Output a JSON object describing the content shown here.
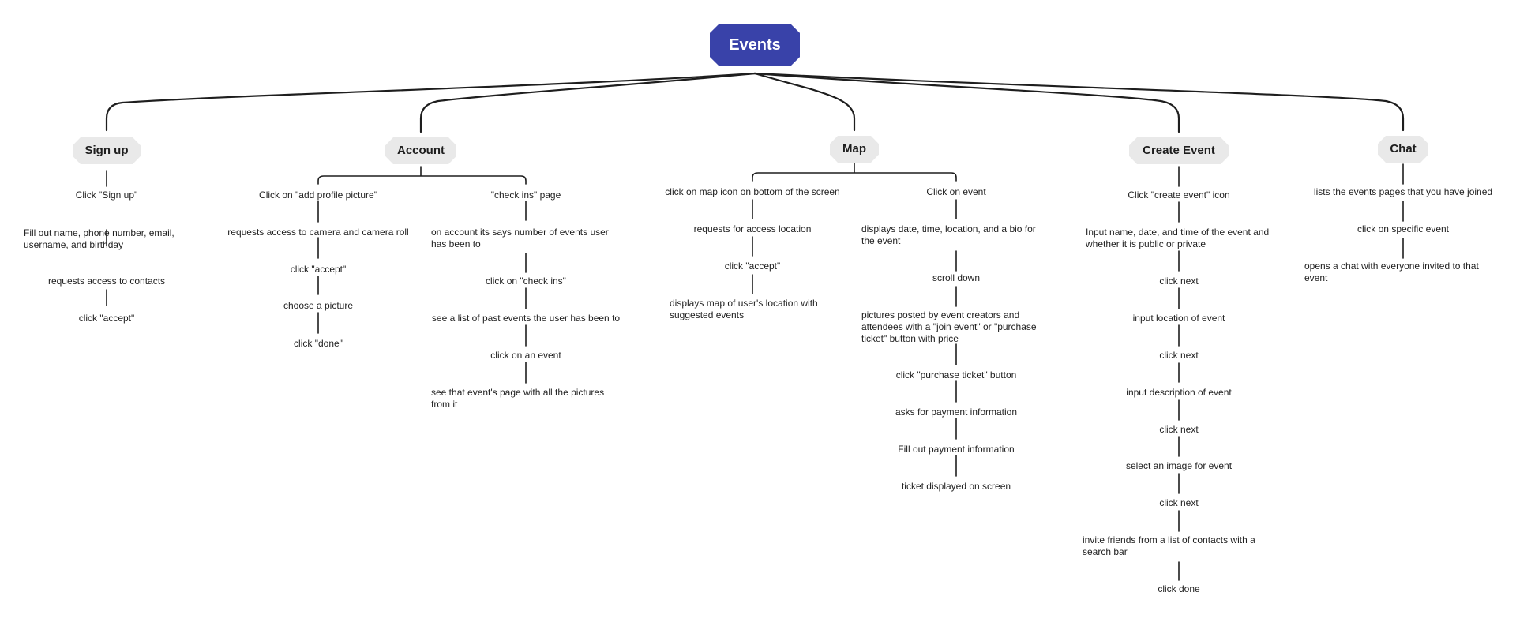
{
  "root": {
    "label": "Events"
  },
  "branches": {
    "sign_up": {
      "label": "Sign up",
      "steps": [
        "Click \"Sign up\"",
        "Fill out name, phone number, email, username, and birthday",
        "requests access to contacts",
        "click \"accept\""
      ]
    },
    "account": {
      "label": "Account",
      "profile_picture": {
        "steps": [
          "Click on \"add profile picture\"",
          "requests access to camera and camera roll",
          "click \"accept\"",
          "choose a picture",
          "click \"done\""
        ]
      },
      "check_ins": {
        "steps": [
          "\"check ins\" page",
          "on account its says number of events user has been to",
          "click on \"check ins\"",
          "see a list of past events the user has been to",
          "click on an event",
          "see that event's page with all the pictures from it"
        ]
      }
    },
    "map": {
      "label": "Map",
      "map_icon": {
        "steps": [
          "click on map icon on bottom of the screen",
          "requests for access location",
          "click \"accept\"",
          "displays map of user's location with suggested events"
        ]
      },
      "click_event": {
        "steps": [
          "Click on event",
          "displays date, time, location, and a bio for the event",
          "scroll down",
          "pictures posted by event creators and attendees with a \"join event\" or \"purchase ticket\" button with price",
          "click \"purchase ticket\" button",
          "asks for payment information",
          "Fill out payment information",
          "ticket displayed on screen"
        ]
      }
    },
    "create_event": {
      "label": "Create Event",
      "steps": [
        "Click \"create event\" icon",
        "Input name, date, and time of the event and whether it is public or private",
        "click next",
        "input location of event",
        "click next",
        "input description of event",
        "click next",
        "select an image for event",
        "click next",
        "invite friends from a list of contacts with a search bar",
        "click done"
      ]
    },
    "chat": {
      "label": "Chat",
      "steps": [
        "lists the events pages that you have joined",
        "click on specific event",
        "opens a chat with everyone invited to that event"
      ]
    }
  },
  "colors": {
    "root_fill": "#3942a9",
    "root_text": "#ffffff",
    "branch_fill": "#e9e9e9",
    "line": "#1e1e1e",
    "text": "#222222"
  }
}
